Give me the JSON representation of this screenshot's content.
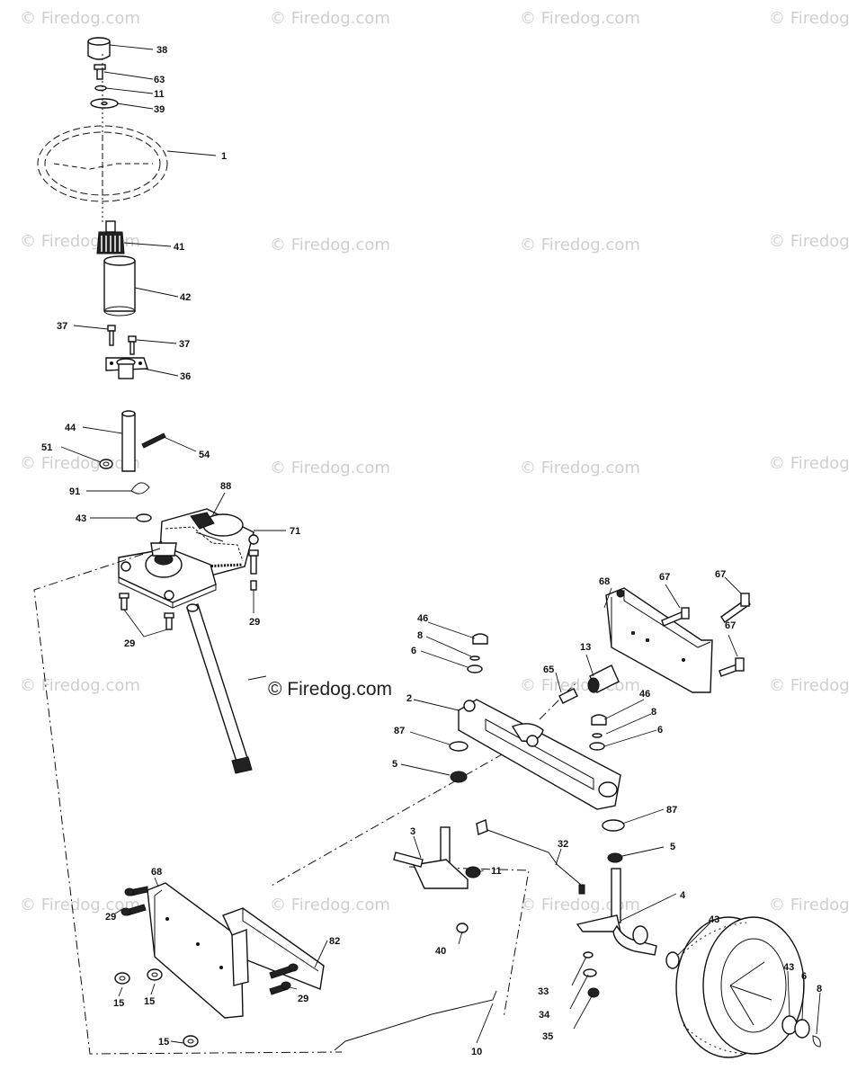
{
  "watermark": {
    "text": "© Firedog.com",
    "text_short": "© Firedog",
    "center_text": "© Firedog.com"
  },
  "callouts": {
    "c38": "38",
    "c63": "63",
    "c11a": "11",
    "c39": "39",
    "c1": "1",
    "c41": "41",
    "c42": "42",
    "c37a": "37",
    "c37b": "37",
    "c36": "36",
    "c44": "44",
    "c51": "51",
    "c54": "54",
    "c91": "91",
    "c88": "88",
    "c43a": "43",
    "c71": "71",
    "c29a": "29",
    "c29b": "29",
    "c68a": "68",
    "c67a": "67",
    "c67b": "67",
    "c67c": "67",
    "c46a": "46",
    "c8a": "8",
    "c6a": "6",
    "c13": "13",
    "c65": "65",
    "c2": "2",
    "c46b": "46",
    "c8b": "8",
    "c6b": "6",
    "c87a": "87",
    "c5a": "5",
    "c87b": "87",
    "c5b": "5",
    "c3": "3",
    "c32": "32",
    "c11b": "11",
    "c4": "4",
    "c68b": "68",
    "c29c": "29",
    "c82": "82",
    "c29d": "29",
    "c15a": "15",
    "c15b": "15",
    "c15c": "15",
    "c40": "40",
    "c33": "33",
    "c34": "34",
    "c35": "35",
    "c43b": "43",
    "c43c": "43",
    "c6c": "6",
    "c8c": "8",
    "c10": "10"
  }
}
